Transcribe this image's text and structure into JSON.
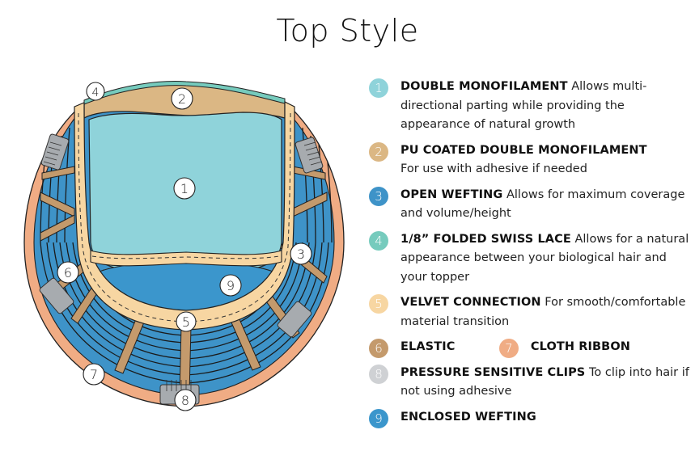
{
  "title": "Top Style",
  "colors": {
    "mono": "#8fd3da",
    "pu": "#dbb784",
    "open_weft": "#3e93c8",
    "lace": "#76cbbd",
    "velvet": "#f7d6a2",
    "elastic": "#c49a6c",
    "ribbon": "#f0ac84",
    "clips": "#cfd1d4",
    "enclosed": "#3b96cc"
  },
  "diagram": {
    "callouts": [
      "1",
      "2",
      "3",
      "4",
      "5",
      "6",
      "7",
      "8",
      "9"
    ]
  },
  "legend": [
    {
      "num": "1",
      "name": "DOUBLE MONOFILAMENT",
      "desc": " Allows multi-directional parting while providing the appearance of natural growth",
      "color": "#8fd3da"
    },
    {
      "num": "2",
      "name": "PU COATED DOUBLE MONOFILAMENT",
      "desc": " For use with adhesive if needed",
      "color": "#dbb784"
    },
    {
      "num": "3",
      "name": "OPEN WEFTING",
      "desc": " Allows for maximum coverage and volume/height",
      "color": "#3e93c8"
    },
    {
      "num": "4",
      "name": "1/8” FOLDED SWISS LACE",
      "desc": " Allows for a natural appearance between your biological hair and your topper",
      "color": "#76cbbd"
    },
    {
      "num": "5",
      "name": "VELVET CONNECTION",
      "desc": " For smooth/comfortable material transition",
      "color": "#f7d6a2"
    },
    {
      "num": "6",
      "name": "ELASTIC",
      "desc": "",
      "color": "#c49a6c"
    },
    {
      "num": "7",
      "name": "CLOTH RIBBON",
      "desc": "",
      "color": "#f0ac84"
    },
    {
      "num": "8",
      "name": "PRESSURE SENSITIVE CLIPS",
      "desc": " To clip into hair if not using adhesive",
      "color": "#cfd1d4"
    },
    {
      "num": "9",
      "name": "ENCLOSED WEFTING",
      "desc": "",
      "color": "#3b96cc"
    }
  ]
}
